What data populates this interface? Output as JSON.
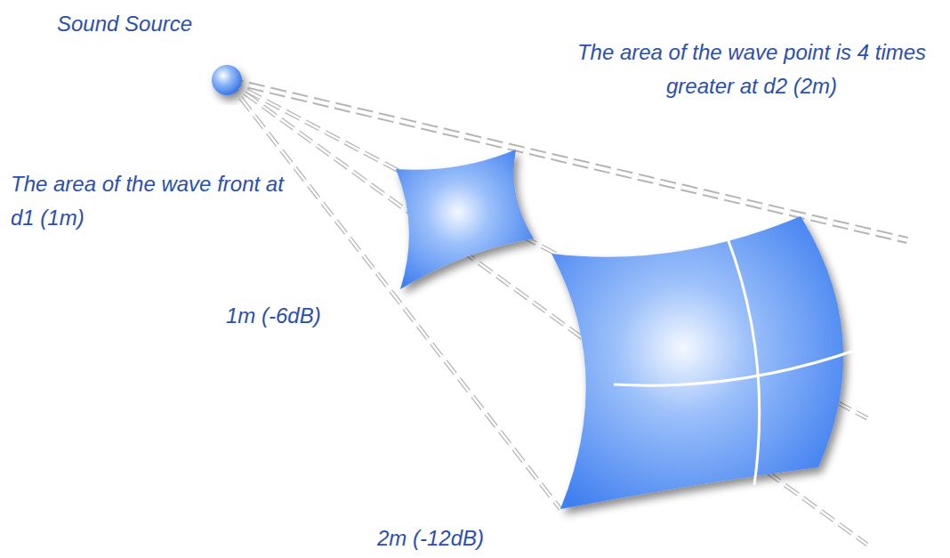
{
  "diagram": {
    "labels": [
      "Sound Source",
      "The area of the wave point is 4 times greater at d2 (2m)",
      "The area of the wave front at d1 (1m)",
      "1m (-6dB)",
      "2m (-12dB)"
    ]
  }
}
